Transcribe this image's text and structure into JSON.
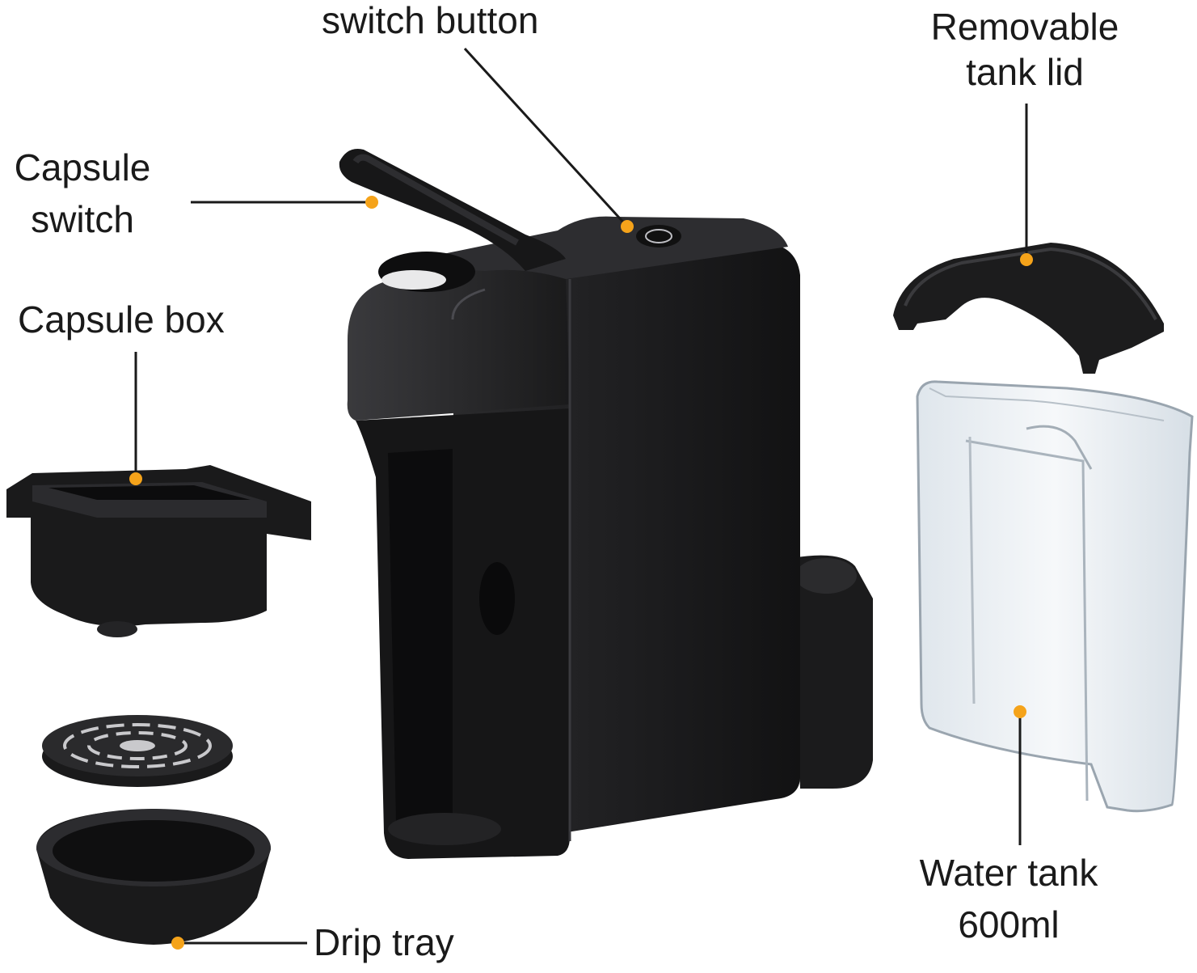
{
  "labels": {
    "switch_button": "switch button",
    "tank_lid_line1": "Removable",
    "tank_lid_line2": "tank lid",
    "capsule_switch_line1": "Capsule",
    "capsule_switch_line2": "switch",
    "capsule_box": "Capsule box",
    "drip_tray": "Drip tray",
    "water_tank_line1": "Water tank",
    "water_tank_line2": "600ml"
  },
  "colors": {
    "callout_dot": "#f5a31a",
    "leader_line": "#1a1a1a",
    "machine_body": "#1c1c1e",
    "tank": "#e9eef3"
  }
}
